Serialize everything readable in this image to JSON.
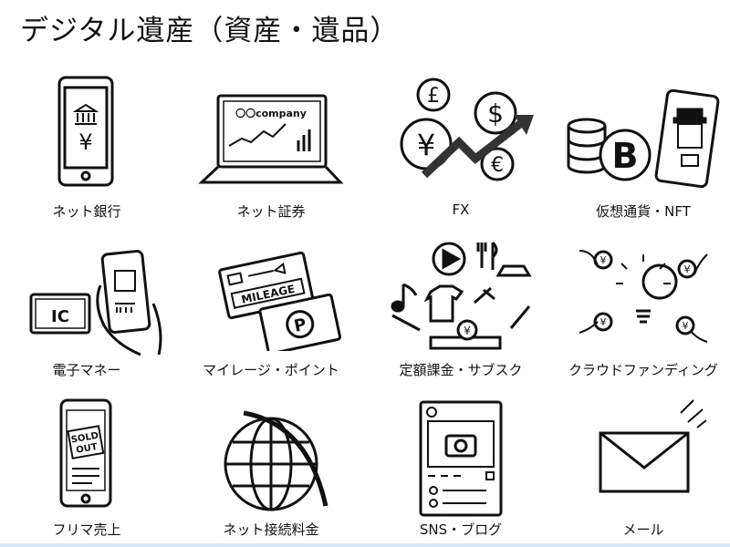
{
  "title": "デジタル遺産（資産・遺品）",
  "items": [
    {
      "label": "ネット銀行",
      "icon": "smartphone-bank-icon"
    },
    {
      "label": "ネット証券",
      "icon": "laptop-stock-icon",
      "sub": "〇〇company"
    },
    {
      "label": "FX",
      "icon": "currency-exchange-icon"
    },
    {
      "label": "仮想通貨・NFT",
      "icon": "crypto-nft-icon"
    },
    {
      "label": "電子マネー",
      "icon": "e-money-icon",
      "sub": "IC"
    },
    {
      "label": "マイレージ・ポイント",
      "icon": "mileage-point-icon",
      "sub": "MILEAGE"
    },
    {
      "label": "定額課金・サブスク",
      "icon": "subscription-icon"
    },
    {
      "label": "クラウドファンディング",
      "icon": "crowdfunding-icon"
    },
    {
      "label": "フリマ売上",
      "icon": "flea-market-icon",
      "sub": "SOLD OUT"
    },
    {
      "label": "ネット接続料金",
      "icon": "internet-globe-icon"
    },
    {
      "label": "SNS・ブログ",
      "icon": "sns-blog-icon"
    },
    {
      "label": "メール",
      "icon": "mail-icon"
    }
  ]
}
